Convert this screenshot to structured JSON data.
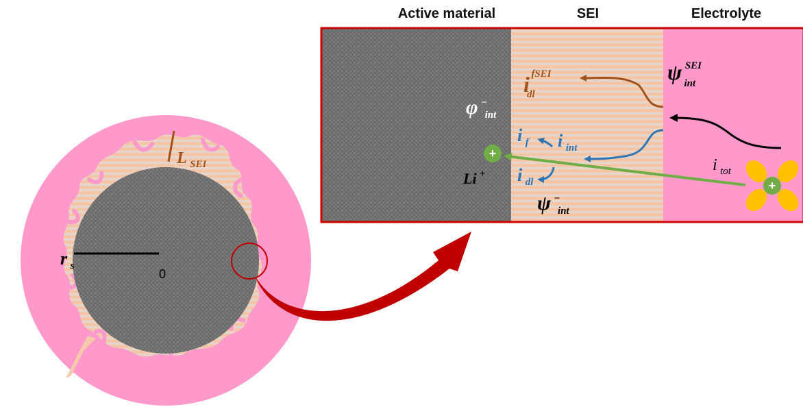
{
  "headers": {
    "active_material": "Active material",
    "sei": "SEI",
    "electrolyte": "Electrolyte"
  },
  "labels": {
    "i_dl_fsei": {
      "base": "i",
      "sup": "fSEI",
      "sub": "dl"
    },
    "psi_int_sei": {
      "base": "ψ",
      "sup": "SEI",
      "sub": "int"
    },
    "phi_int_minus": {
      "base": "φ",
      "sup": "−",
      "sub": "int"
    },
    "i_f": {
      "base": "i",
      "sub": "f"
    },
    "i_int": {
      "base": "i",
      "sub": "int"
    },
    "i_dl": {
      "base": "i",
      "sub": "dl"
    },
    "li_plus": {
      "base": "Li",
      "sup": "+"
    },
    "psi_int_minus": {
      "base": "ψ",
      "sup": "−",
      "sub": "int"
    },
    "i_tot": {
      "base": "i",
      "sub": "tot"
    },
    "l_sei": {
      "base": "L",
      "sub": "SEI"
    },
    "r_s": {
      "base": "r",
      "sub": "s"
    },
    "origin": "0",
    "plus_sign": "+"
  },
  "colors": {
    "electrolyte_pink": "#ff99cc",
    "sei_tan": "#f5c8a8",
    "active_gray": "#6f6f6f",
    "frame_red": "#cc0000",
    "brown_arrow": "#a0521d",
    "blue_arrow": "#2e75b6",
    "green_arrow": "#70ad47",
    "ion_yellow": "#ffc000",
    "ion_green": "#70ad47"
  }
}
